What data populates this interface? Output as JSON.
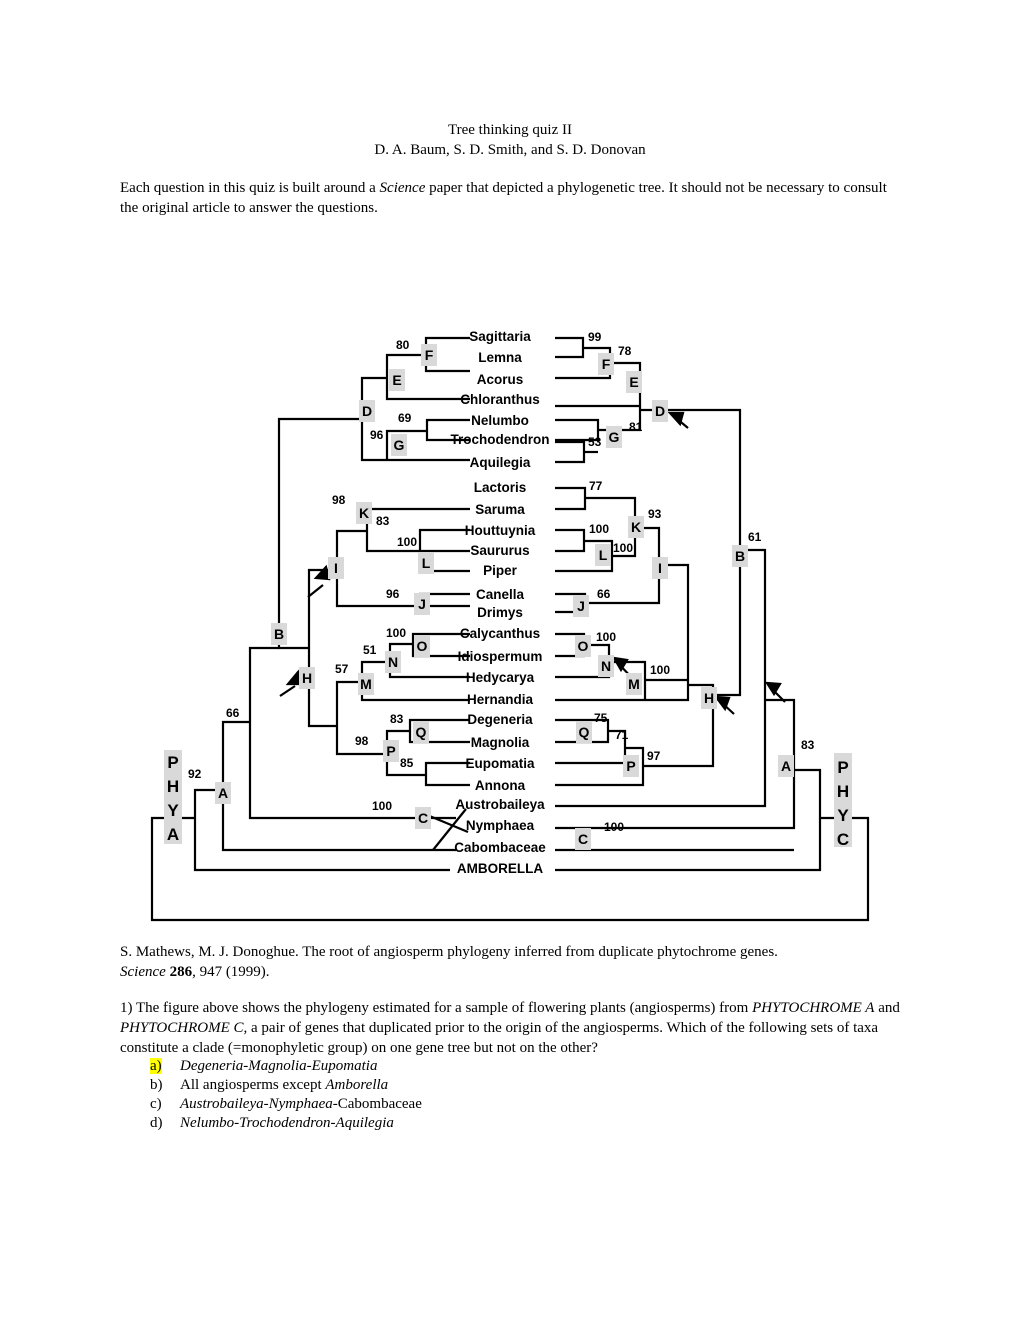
{
  "header": {
    "title": "Tree thinking quiz II",
    "authors": "D. A. Baum, S. D. Smith, and S. D. Donovan"
  },
  "intro": {
    "part1": "Each question in this quiz is built around a ",
    "italic": "Science",
    "part2": " paper that depicted a phylogenetic tree.  It should not be necessary to consult the original article to answer the questions."
  },
  "figure": {
    "taxa": [
      "Sagittaria",
      "Lemna",
      "Acorus",
      "Chloranthus",
      "Nelumbo",
      "Trochodendron",
      "Aquilegia",
      "Lactoris",
      "Saruma",
      "Houttuynia",
      "Saururus",
      "Piper",
      "Canella",
      "Drimys",
      "Calycanthus",
      "Idiospermum",
      "Hedycarya",
      "Hernandia",
      "Degeneria",
      "Magnolia",
      "Eupomatia",
      "Annona",
      "Austrobaileya",
      "Nymphaea",
      "Cabombaceae",
      "AMBORELLA"
    ],
    "left_gene": [
      "P",
      "H",
      "Y",
      "A"
    ],
    "right_gene": [
      "P",
      "H",
      "Y",
      "C"
    ],
    "left_nodes": [
      "F",
      "E",
      "D",
      "G",
      "K",
      "L",
      "I",
      "J",
      "B",
      "H",
      "O",
      "N",
      "M",
      "Q",
      "P",
      "A",
      "C"
    ],
    "right_nodes": [
      "F",
      "E",
      "D",
      "G",
      "K",
      "L",
      "I",
      "J",
      "B",
      "O",
      "N",
      "M",
      "H",
      "Q",
      "P",
      "A",
      "C"
    ],
    "left_support": [
      "80",
      "69",
      "96",
      "98",
      "83",
      "100",
      "96",
      "100",
      "51",
      "57",
      "83",
      "98",
      "85",
      "66",
      "92",
      "100"
    ],
    "right_support": [
      "99",
      "78",
      "81",
      "53",
      "77",
      "93",
      "100",
      "100",
      "66",
      "100",
      "100",
      "61",
      "75",
      "71",
      "97",
      "83",
      "100"
    ]
  },
  "citation": {
    "text": "S. Mathews, M. J. Donoghue. The root of angiosperm phylogeny inferred from duplicate phytochrome genes.",
    "journal": "Science",
    "volume": "286",
    "pages": ", 947 (1999)."
  },
  "question": {
    "number": "1)",
    "s1": " The figure above shows the phylogeny estimated for a sample of flowering plants (angiosperms) from ",
    "gene_a": "PHYTOCHROME A",
    "s2": " and ",
    "gene_c": "PHYTOCHROME C",
    "s3": ", a pair of genes that duplicated prior to the origin of the angiosperms. Which of the following sets of taxa constitute a clade (=monophyletic group) on one gene tree but not on the other?",
    "options": [
      {
        "letter": "a)",
        "text": "Degeneria-Magnolia-Eupomatia"
      },
      {
        "letter": "b)",
        "text": "All angiosperms except ",
        "italic": "Amborella"
      },
      {
        "letter": "c)",
        "italic": "Austrobaileya-Nymphaea",
        "text": "-Cabombaceae"
      },
      {
        "letter": "d)",
        "text": "Nelumbo-Trochodendron-Aquilegia"
      }
    ]
  },
  "colors": {
    "highlight": "#ffff00",
    "node_box": "#d9d9d9"
  }
}
